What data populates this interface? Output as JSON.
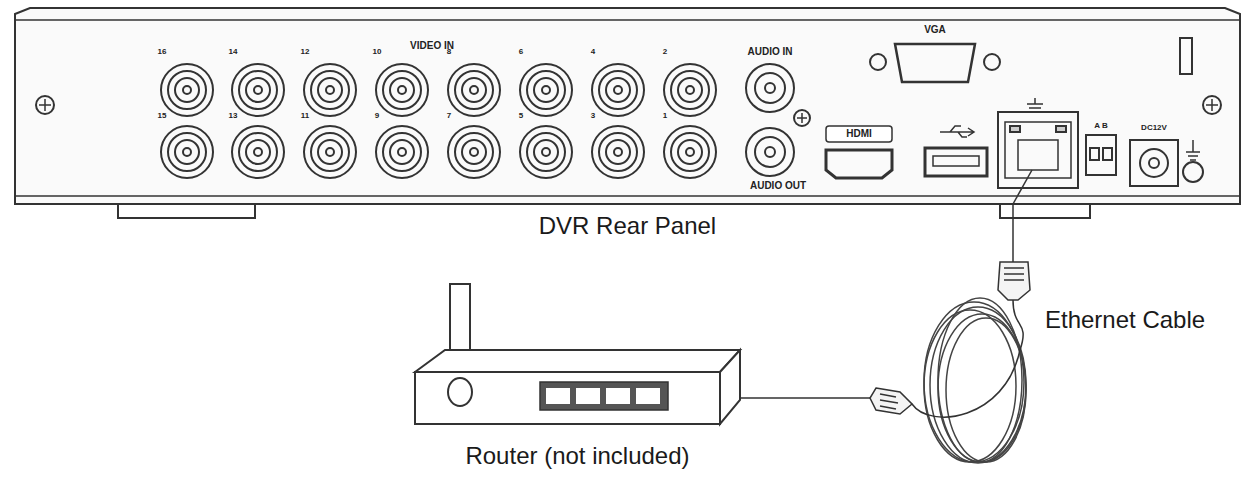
{
  "diagram": {
    "nodes": [
      {
        "text": [
          "DVR Rear Panel"
        ]
      },
      {
        "text": [
          "Router (not included)"
        ]
      }
    ],
    "edges": [
      {
        "from": 0,
        "to": 1,
        "arrow": "none",
        "label": "Ethernet Cable"
      }
    ],
    "labels": [
      "VIDEO IN",
      "16",
      "14",
      "12",
      "10",
      "8",
      "6",
      "4",
      "2",
      "15",
      "13",
      "11",
      "9",
      "7",
      "5",
      "3",
      "1",
      "AUDIO IN",
      "AUDIO OUT",
      "VGA",
      "HDMI",
      "A B",
      "DC12V"
    ]
  }
}
